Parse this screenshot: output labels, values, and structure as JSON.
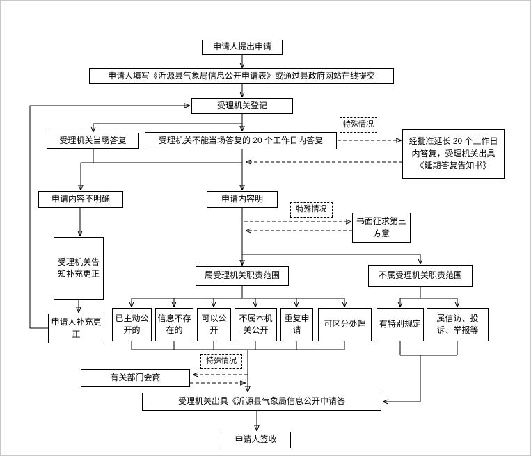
{
  "nodes": {
    "start": {
      "label": "申请人提出申请"
    },
    "fill_form": {
      "label": "申请人填写《沂源县气象局信息公开申请表》或通过县政府网站在线提交"
    },
    "register": {
      "label": "受理机关登记"
    },
    "onsite_reply": {
      "label": "受理机关当场答复"
    },
    "deadline_reply": {
      "label": "受理机关不能当场答复的 20 个工作日内答复"
    },
    "special_case_1": {
      "label": "特殊情况"
    },
    "extension": {
      "label": "经批准延长 20 个工作日内答复，受理机关出具《延期答复告知书》"
    },
    "unclear_content": {
      "label": "申请内容不明确"
    },
    "clear_content": {
      "label": "申请内容明"
    },
    "special_case_2": {
      "label": "特殊情况"
    },
    "third_party": {
      "label": "书面征求第三方意"
    },
    "notify_supplement": {
      "label": "受理机关告知补充更正"
    },
    "within_duty": {
      "label": "属受理机关职责范围"
    },
    "outside_duty": {
      "label": "不属受理机关职责范围"
    },
    "applicant_supplement": {
      "label": "申请人补充更正"
    },
    "already_public": {
      "label": "已主动公开的"
    },
    "not_exist": {
      "label": "信息不存在的"
    },
    "can_public": {
      "label": "可以公开"
    },
    "not_this_agency": {
      "label": "不属本机关公开"
    },
    "repeat_apply": {
      "label": "重复申请"
    },
    "separable": {
      "label": "可区分处理"
    },
    "special_provision": {
      "label": "有特别规定"
    },
    "petition": {
      "label": "属信访、投诉、举报等"
    },
    "special_case_3": {
      "label": "特殊情况"
    },
    "consult": {
      "label": "有关部门会商"
    },
    "issue_reply": {
      "label": "受理机关出具《沂源县气象局信息公开申请答"
    },
    "sign_receipt": {
      "label": "申请人签收"
    }
  }
}
